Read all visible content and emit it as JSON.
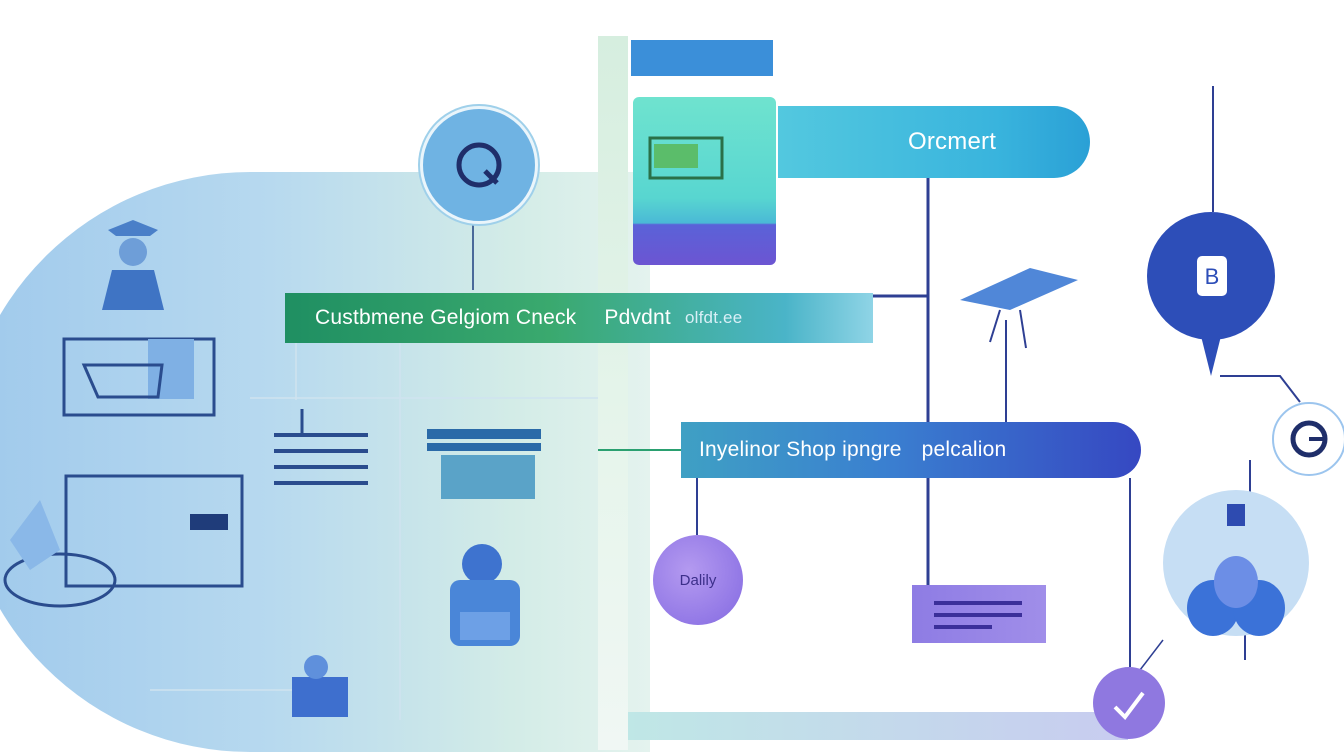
{
  "banners": {
    "customer": {
      "text1": "Custbmene Gelgiom Cnеck",
      "text2": "Pdvdnt",
      "text3": "olfdt.ee"
    },
    "order": {
      "text": "Orcmert"
    },
    "inventory": {
      "text1": "Inyelinor Shop ipngre",
      "text2": "pelcalion"
    }
  },
  "nodes": {
    "daily_label": "Dalily",
    "pin_letter": "B",
    "q_glyph": "Q",
    "g_glyph": "G"
  },
  "colors": {
    "customer_banner": "#2f9f68",
    "order_banner": "#3ab6de",
    "inventory_banner": "#3a6ccc",
    "pin": "#2d4eb8",
    "daily_circle": "#9278e6",
    "background_blob": "#b7d9ef"
  },
  "icons": [
    "search-icon",
    "person-icon",
    "laptop-icon",
    "building-icon",
    "monitor-icon",
    "list-icon",
    "box-icon",
    "bag-icon",
    "drone-icon",
    "document-icon",
    "refresh-icon",
    "people-icon",
    "store-icon"
  ]
}
